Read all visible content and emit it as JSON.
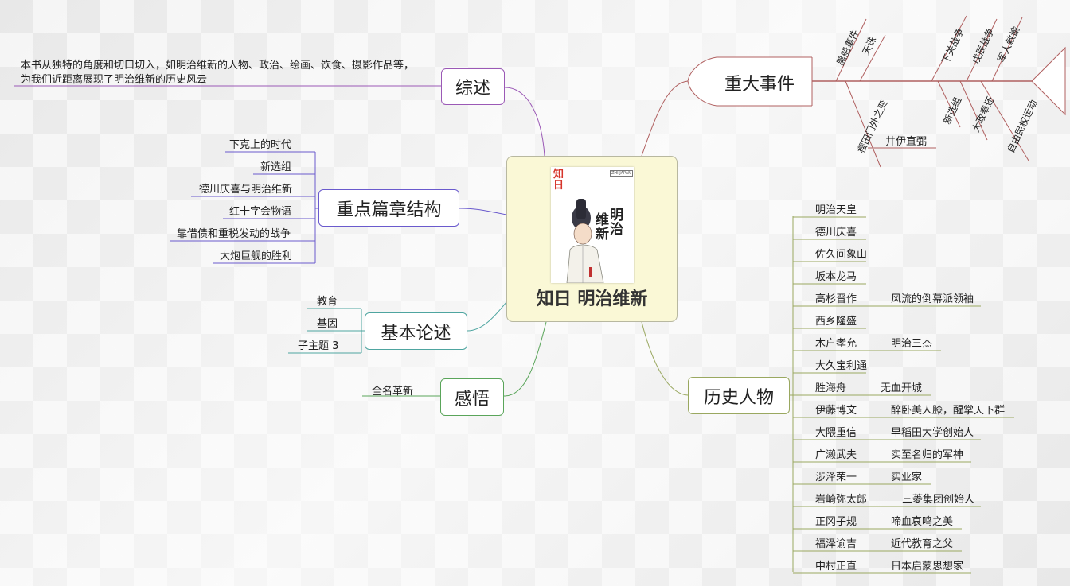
{
  "center": {
    "title": "知日 明治维新",
    "cover_mark": "知日",
    "cover_title_a": "明治",
    "cover_title_b": "维新",
    "cover_tag": "ZHI JAPAN"
  },
  "summary": {
    "label": "综述",
    "note_line1": "本书从独特的角度和切口切入，如明治维新的人物、政治、绘画、饮食、摄影作品等，",
    "note_line2": "为我们近距离展现了明治维新的历史风云"
  },
  "chapters": {
    "label": "重点篇章结构",
    "items": [
      "下克上的时代",
      "新选组",
      "德川庆喜与明治维新",
      "红十字会物语",
      "靠借债和重税发动的战争",
      "大炮巨舰的胜利"
    ]
  },
  "basics": {
    "label": "基本论述",
    "items": [
      "教育",
      "基因",
      "子主题 3"
    ]
  },
  "feelings": {
    "label": "感悟",
    "items": [
      "全名革新"
    ]
  },
  "events": {
    "label": "重大事件",
    "top": [
      "黑船事件",
      "天诛",
      "下关战争",
      "戊辰战争",
      "军人敕谕"
    ],
    "bottom": [
      "樱田门外之变",
      "新选组",
      "大政奉还",
      "自由民权运动"
    ],
    "sub": "井伊直弼"
  },
  "people": {
    "label": "历史人物",
    "items": [
      {
        "name": "明治天皇",
        "note": ""
      },
      {
        "name": "德川庆喜",
        "note": ""
      },
      {
        "name": "佐久间象山",
        "note": ""
      },
      {
        "name": "坂本龙马",
        "note": ""
      },
      {
        "name": "高杉晋作",
        "note": "风流的倒幕派领袖"
      },
      {
        "name": "西乡隆盛",
        "note": ""
      },
      {
        "name": "木户孝允",
        "note": "明治三杰"
      },
      {
        "name": "大久宝利通",
        "note": ""
      },
      {
        "name": "胜海舟",
        "note": "无血开城"
      },
      {
        "name": "伊藤博文",
        "note": "醉卧美人膝，醒掌天下群"
      },
      {
        "name": "大隈重信",
        "note": "早稻田大学创始人"
      },
      {
        "name": "广濑武夫",
        "note": "实至名归的军神"
      },
      {
        "name": "涉泽荣一",
        "note": "实业家"
      },
      {
        "name": "岩崎弥太郎",
        "note": "三菱集团创始人"
      },
      {
        "name": "正冈子规",
        "note": "啼血哀鸣之美"
      },
      {
        "name": "福泽谕吉",
        "note": "近代教育之父"
      },
      {
        "name": "中村正直",
        "note": "日本启蒙思想家"
      }
    ]
  },
  "colors": {
    "summary": "#9b59b6",
    "chapters": "#6a5acd",
    "basics": "#4ea5a0",
    "feelings": "#5aa55a",
    "events": "#b06060",
    "people": "#9aa860"
  }
}
